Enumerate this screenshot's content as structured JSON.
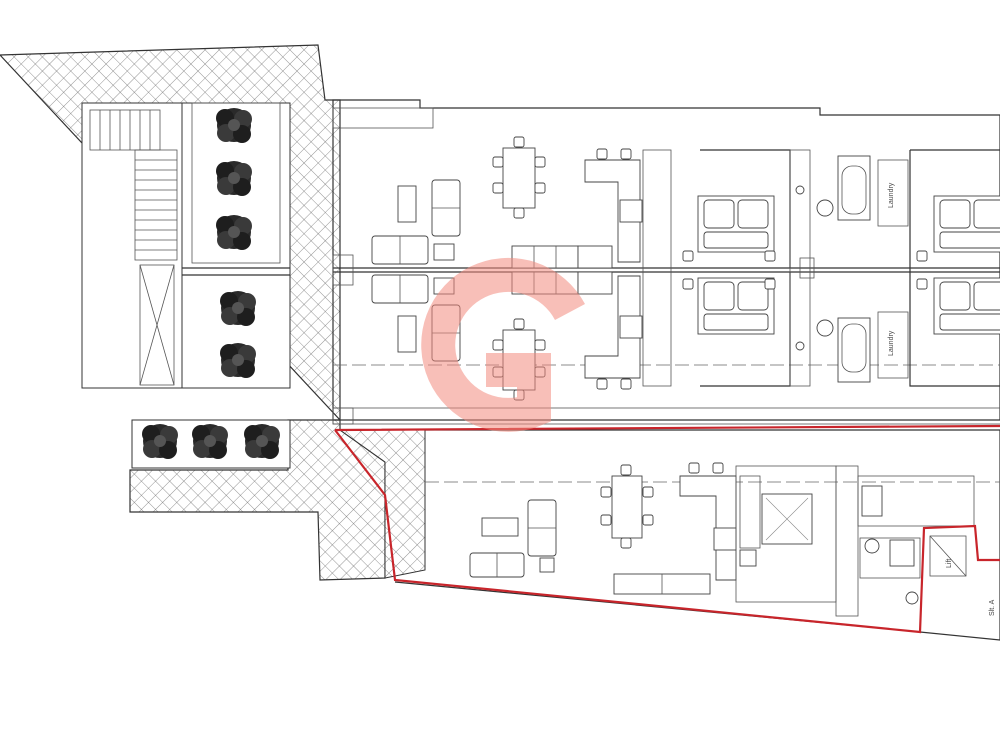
{
  "plan": {
    "laundry_label": "Laundry",
    "lift_label": "Lift",
    "stair_tag": "Slt. A",
    "highlight_color": "#c8252b",
    "hatch_color": "#444444",
    "tree_color": "#222222"
  },
  "watermark": {
    "icon": "g-logo-icon",
    "color": "#f28b7d"
  }
}
